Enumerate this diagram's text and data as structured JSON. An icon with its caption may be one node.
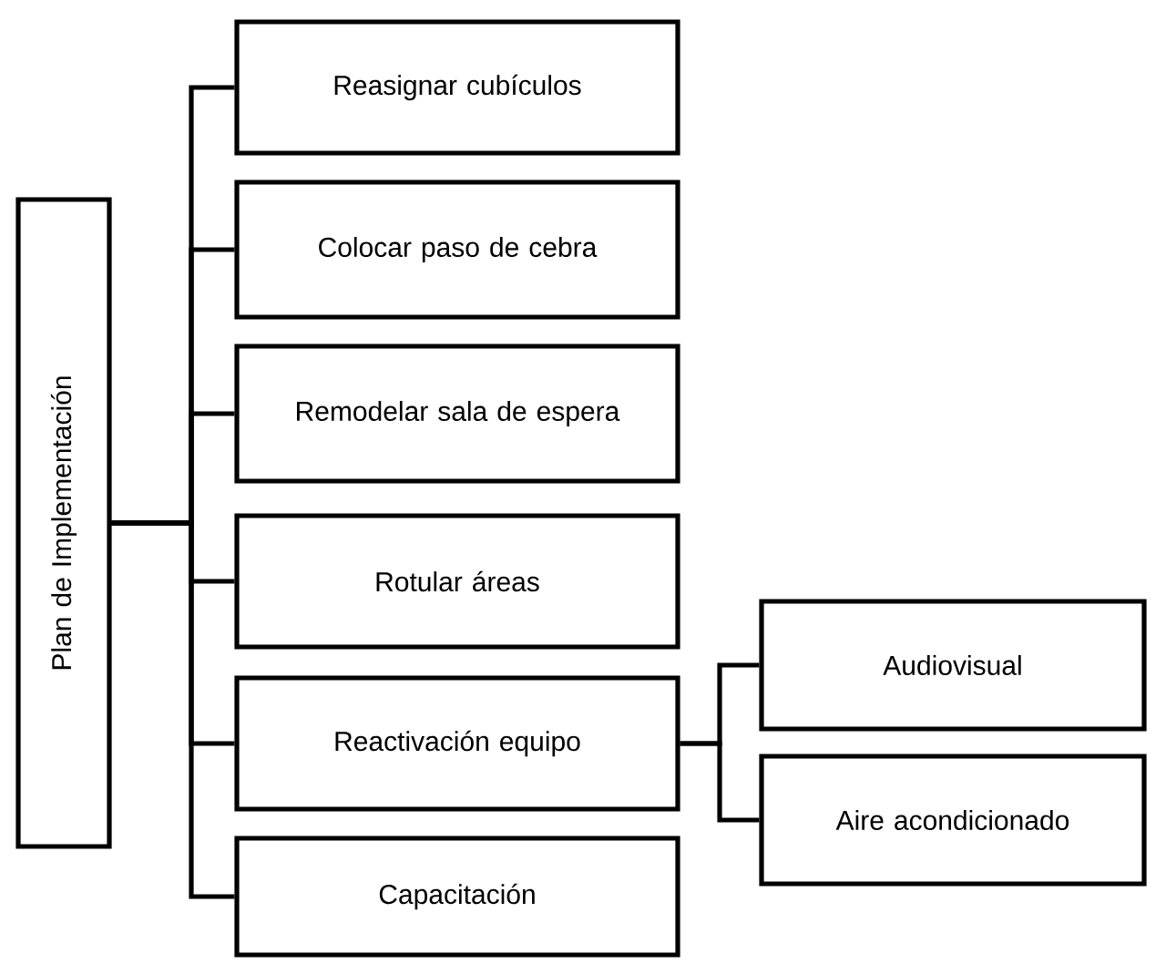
{
  "diagram": {
    "nodes": [
      {
        "text": [
          "Plan de Implementación"
        ]
      },
      {
        "text": [
          "Reasignar cubículos"
        ]
      },
      {
        "text": [
          "Colocar paso de cebra"
        ]
      },
      {
        "text": [
          "Remodelar sala de espera"
        ]
      },
      {
        "text": [
          "Rotular áreas"
        ]
      },
      {
        "text": [
          "Reactivación equipo"
        ]
      },
      {
        "text": [
          "Capacitación"
        ]
      },
      {
        "text": [
          "Audiovisual"
        ]
      },
      {
        "text": [
          "Aire acondicionado"
        ]
      }
    ],
    "edges": [
      {
        "from": 0,
        "to": 1,
        "arrow": "none"
      },
      {
        "from": 0,
        "to": 2,
        "arrow": "none"
      },
      {
        "from": 0,
        "to": 3,
        "arrow": "none"
      },
      {
        "from": 0,
        "to": 4,
        "arrow": "none"
      },
      {
        "from": 0,
        "to": 5,
        "arrow": "none"
      },
      {
        "from": 0,
        "to": 6,
        "arrow": "none"
      },
      {
        "from": 5,
        "to": 7,
        "arrow": "none"
      },
      {
        "from": 5,
        "to": 8,
        "arrow": "none"
      }
    ]
  }
}
